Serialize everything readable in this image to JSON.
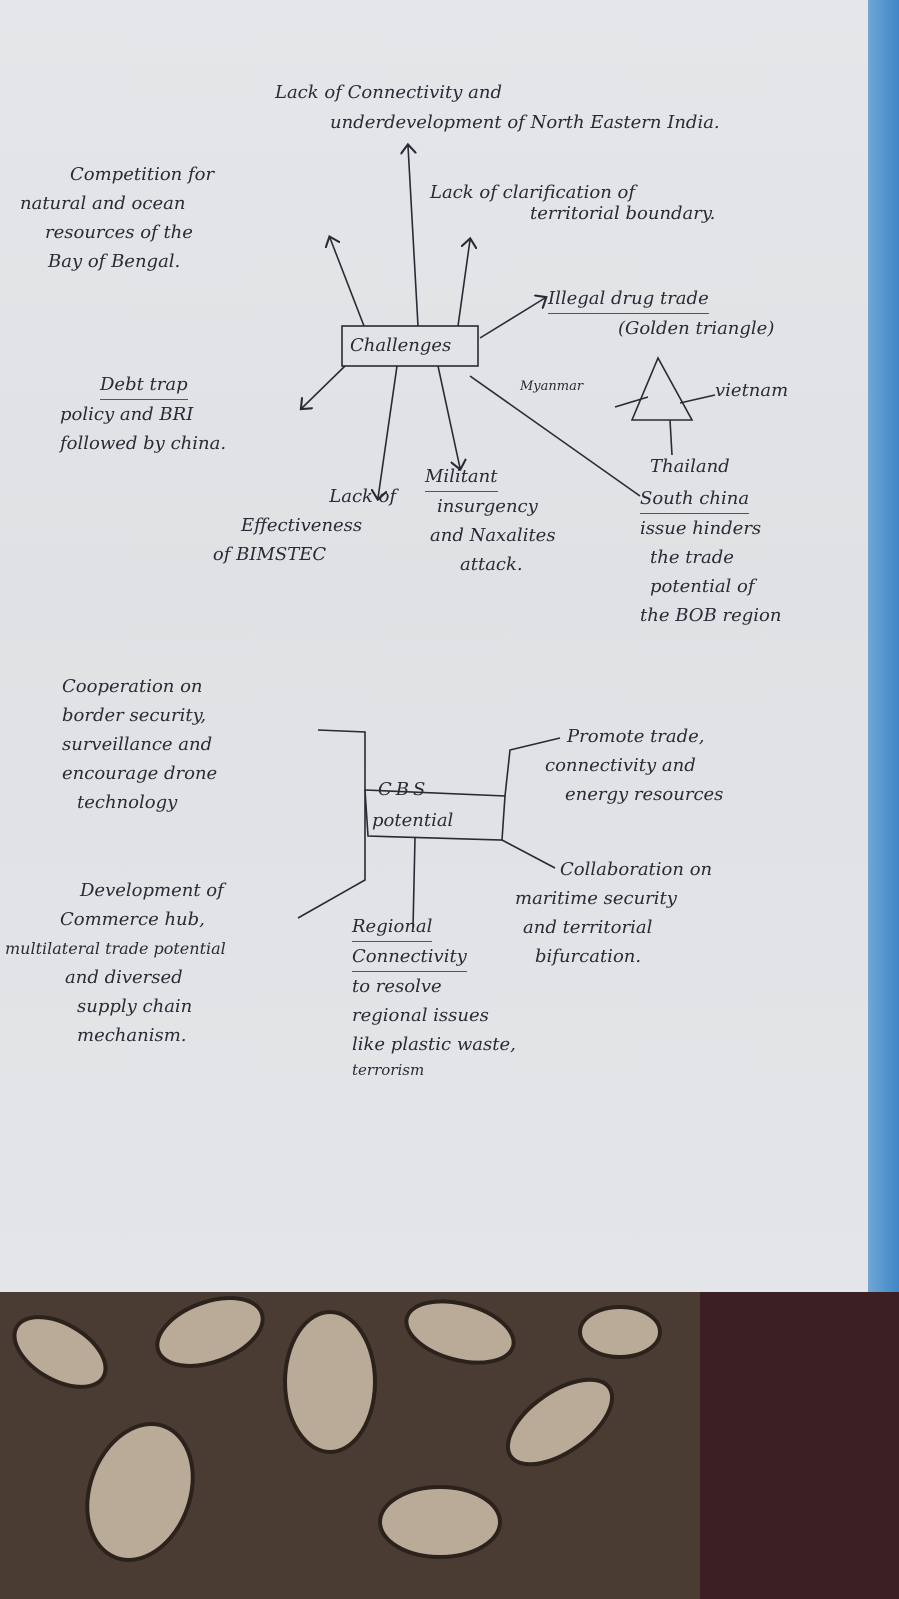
{
  "challenges": {
    "center": "Challenges",
    "items": [
      {
        "lines": [
          "Lack of Connectivity and",
          "underdevelopment of North Eastern India."
        ]
      },
      {
        "lines": [
          "Competition for",
          "natural and ocean",
          "resources of the",
          "Bay of Bengal."
        ]
      },
      {
        "lines": [
          "Lack of clarification of",
          "territorial boundary."
        ]
      },
      {
        "lines": [
          "Illegal drug trade",
          "(Golden triangle)"
        ]
      },
      {
        "lines": [
          "Debt trap",
          "policy and BRI",
          "followed by china."
        ]
      },
      {
        "lines": [
          "Lack of",
          "Effectiveness",
          "of BIMSTEC"
        ]
      },
      {
        "lines": [
          "Militant",
          "insurgency",
          "and Naxalites",
          "attack."
        ]
      },
      {
        "lines": [
          "South china",
          "issue hinders",
          "the trade",
          "potential of",
          "the BOB region"
        ]
      }
    ],
    "golden_triangle": {
      "left": "Myanmar",
      "right": "vietnam",
      "bottom": "Thailand"
    }
  },
  "potential": {
    "center_line1": "CBS",
    "center_line2": "potential",
    "items": [
      {
        "lines": [
          "Cooperation on",
          "border security,",
          "surveillance and",
          "encourage drone",
          "technology"
        ]
      },
      {
        "lines": [
          "Promote trade,",
          "connectivity and",
          "energy resources"
        ]
      },
      {
        "lines": [
          "Collaboration on",
          "maritime security",
          "and territorial",
          "bifurcation."
        ]
      },
      {
        "lines": [
          "Development of",
          "Commerce hub,",
          "multilateral trade potential",
          "and diversed",
          "supply chain",
          "mechanism."
        ]
      },
      {
        "lines": [
          "Regional",
          "Connectivity",
          "to resolve",
          "regional issues",
          "like plastic waste,",
          "terrorism"
        ]
      }
    ]
  },
  "colors": {
    "ink": "#2a2a36",
    "paper": "#e2e4e7",
    "fabric": "#4a3c33"
  }
}
